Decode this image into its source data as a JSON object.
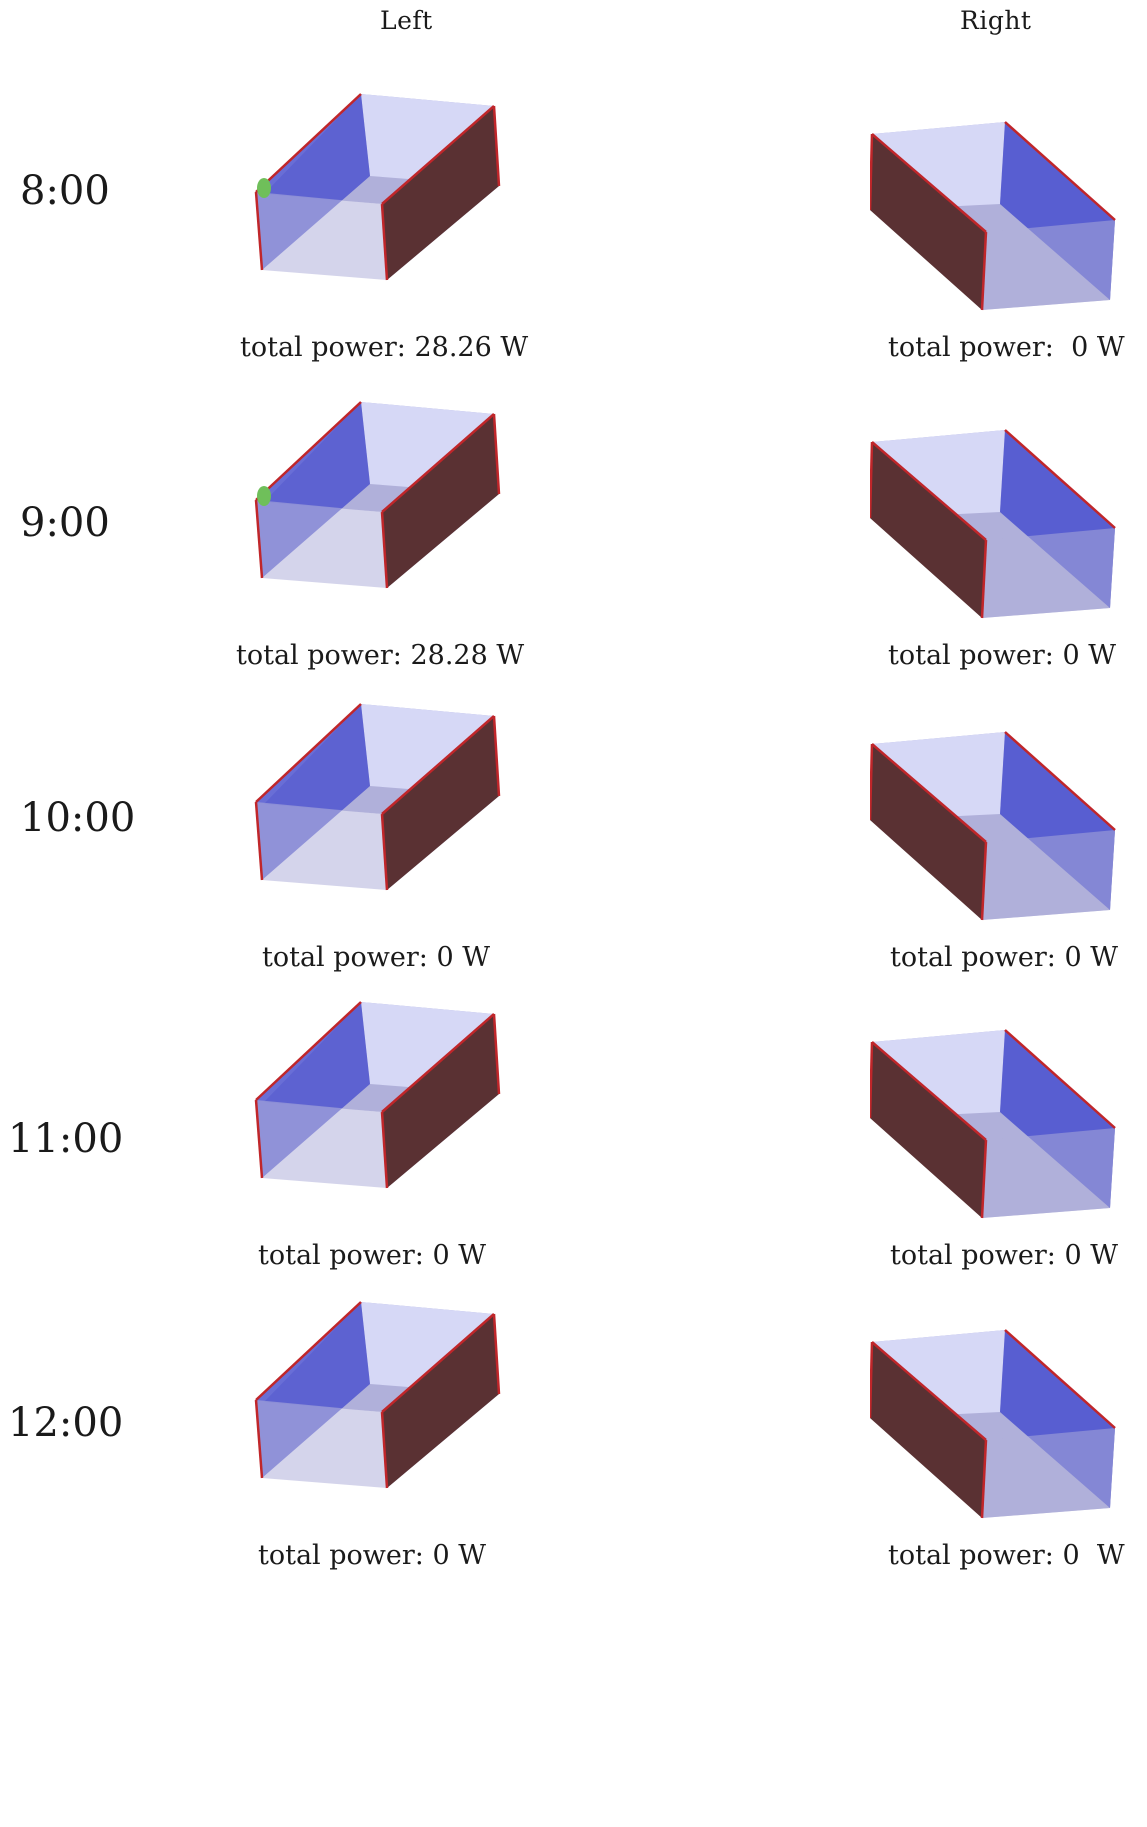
{
  "columns": {
    "left": "Left",
    "right": "Right"
  },
  "rows": [
    {
      "time": "8:00",
      "left_power": "total power: 28.26 W",
      "right_power": "total power:  0 W",
      "left_hotspot": true
    },
    {
      "time": "9:00",
      "left_power": "total power: 28.28 W",
      "right_power": "total power: 0 W",
      "left_hotspot": true
    },
    {
      "time": "10:00",
      "left_power": "total power: 0 W",
      "right_power": "total power: 0 W",
      "left_hotspot": false
    },
    {
      "time": "11:00",
      "left_power": "total power: 0 W",
      "right_power": "total power: 0 W",
      "left_hotspot": false
    },
    {
      "time": "12:00",
      "left_power": "total power: 0 W",
      "right_power": "total power: 0  W",
      "left_hotspot": false
    }
  ],
  "colors": {
    "panel_dark": "#5a3133",
    "panel_light": "#d6d8f6",
    "panel_blue": "#4f55cf",
    "floor": "#b0b0da",
    "edge": "#c0262a",
    "hotspot": "#6fbf5a"
  }
}
